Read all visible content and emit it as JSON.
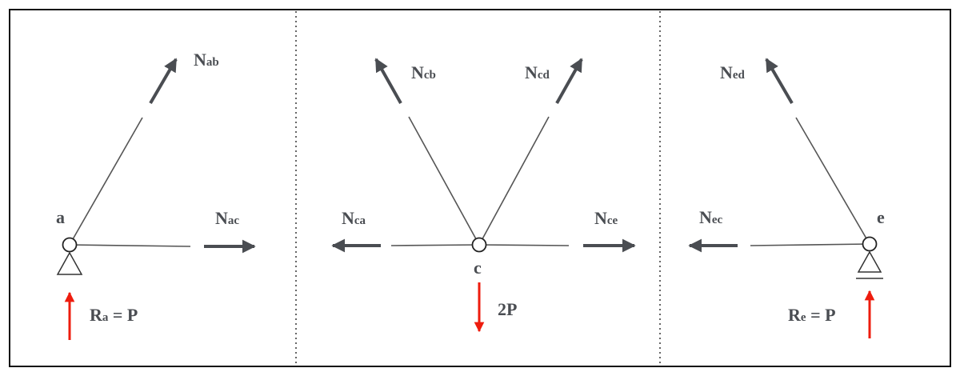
{
  "colors": {
    "member": "#555555",
    "force_arrow": "#4a4d52",
    "reaction": "#ee1c0e",
    "frame": "#111111",
    "divider": "#666666"
  },
  "panels": [
    {
      "node": "a",
      "forces": [
        {
          "main": "N",
          "sub": "ab"
        },
        {
          "main": "N",
          "sub": "ac"
        }
      ],
      "reaction": {
        "main": "R",
        "sub": "a",
        "rest": " = P"
      }
    },
    {
      "node": "c",
      "forces": [
        {
          "main": "N",
          "sub": "cb"
        },
        {
          "main": "N",
          "sub": "cd"
        },
        {
          "main": "N",
          "sub": "ca"
        },
        {
          "main": "N",
          "sub": "ce"
        }
      ],
      "load": "2P"
    },
    {
      "node": "e",
      "forces": [
        {
          "main": "N",
          "sub": "ed"
        },
        {
          "main": "N",
          "sub": "ec"
        }
      ],
      "reaction": {
        "main": "R",
        "sub": "e",
        "rest": " = P"
      }
    }
  ]
}
